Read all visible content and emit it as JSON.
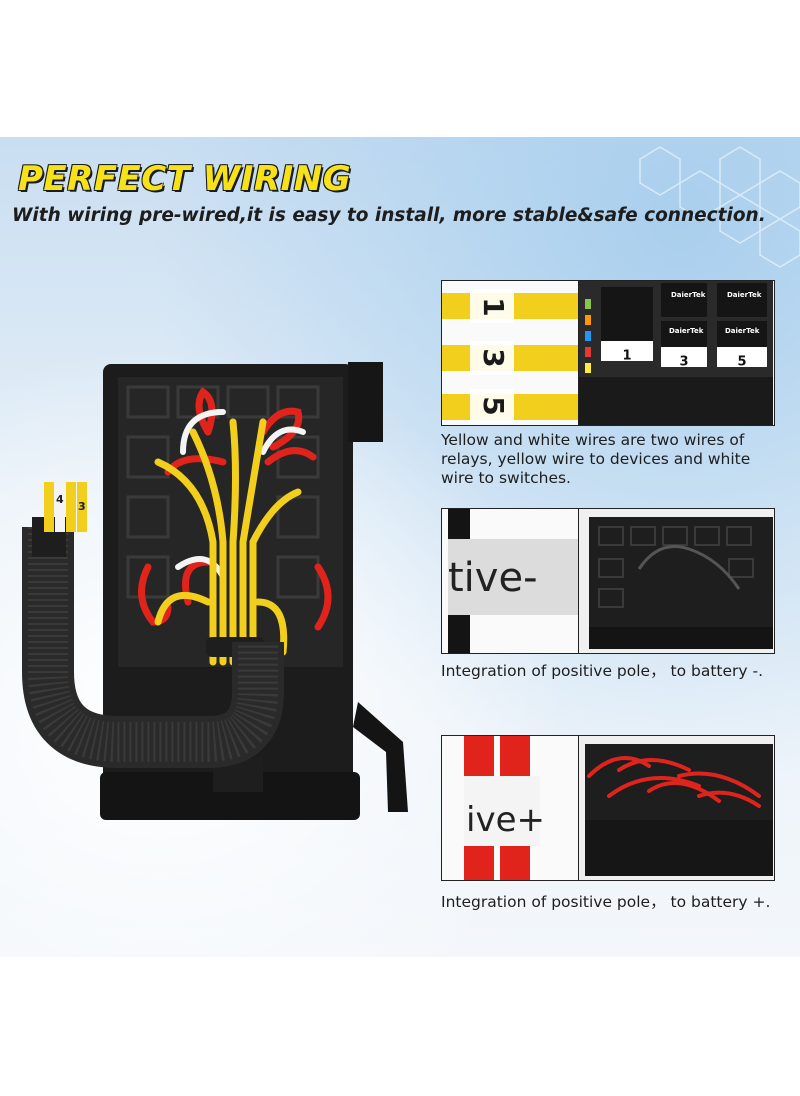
{
  "header": {
    "title": "PERFECT WIRING",
    "subtitle": "With wiring pre-wired,it is easy to install, more stable&safe connection."
  },
  "product": {
    "wire_labels": [
      "4",
      "3"
    ]
  },
  "panels": [
    {
      "wire_labels": [
        "1",
        "3",
        "5"
      ],
      "relay_brand": "DaierTek",
      "relay_numbers": [
        "1",
        "3",
        "5"
      ],
      "caption": "Yellow and white wires are two wires of relays, yellow wire to devices and white wire to switches."
    },
    {
      "wire_label": "tive-",
      "caption": "Integration of positive pole，  to battery -."
    },
    {
      "wire_label": "ive+",
      "caption": "Integration of positive pole，  to battery +."
    }
  ],
  "colors": {
    "title_yellow": "#f7e21a",
    "wire_yellow": "#f2cf1c",
    "wire_red": "#e0241c",
    "wire_white": "#f4f4f4",
    "housing_black": "#1c1c1c"
  }
}
